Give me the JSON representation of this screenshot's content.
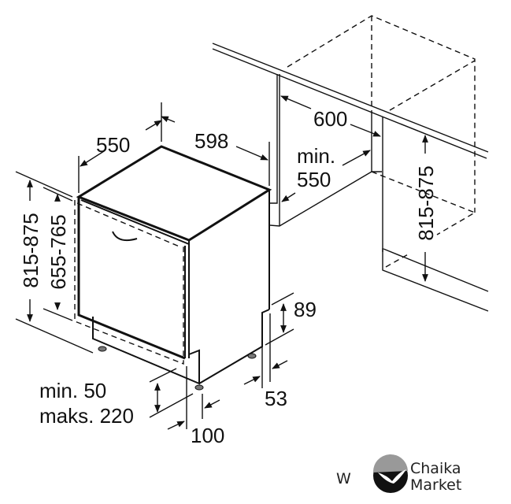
{
  "title": "Built-in dishwasher installation dimensions (mm)",
  "dimensions": {
    "depth": "550",
    "width": "598",
    "niche_width": "600",
    "niche_depth_line1": "min.",
    "niche_depth_line2": "550",
    "niche_height": "815-875",
    "height_total": "815-875",
    "door_height": "655-765",
    "plinth_height": "89",
    "foot_offset_back": "53",
    "plinth_line1": "min. 50",
    "plinth_line2": "maks. 220",
    "foot_offset_front": "100"
  },
  "watermark": {
    "prefix": "W",
    "brand_line1": "Chaika",
    "brand_line2": "Market"
  }
}
